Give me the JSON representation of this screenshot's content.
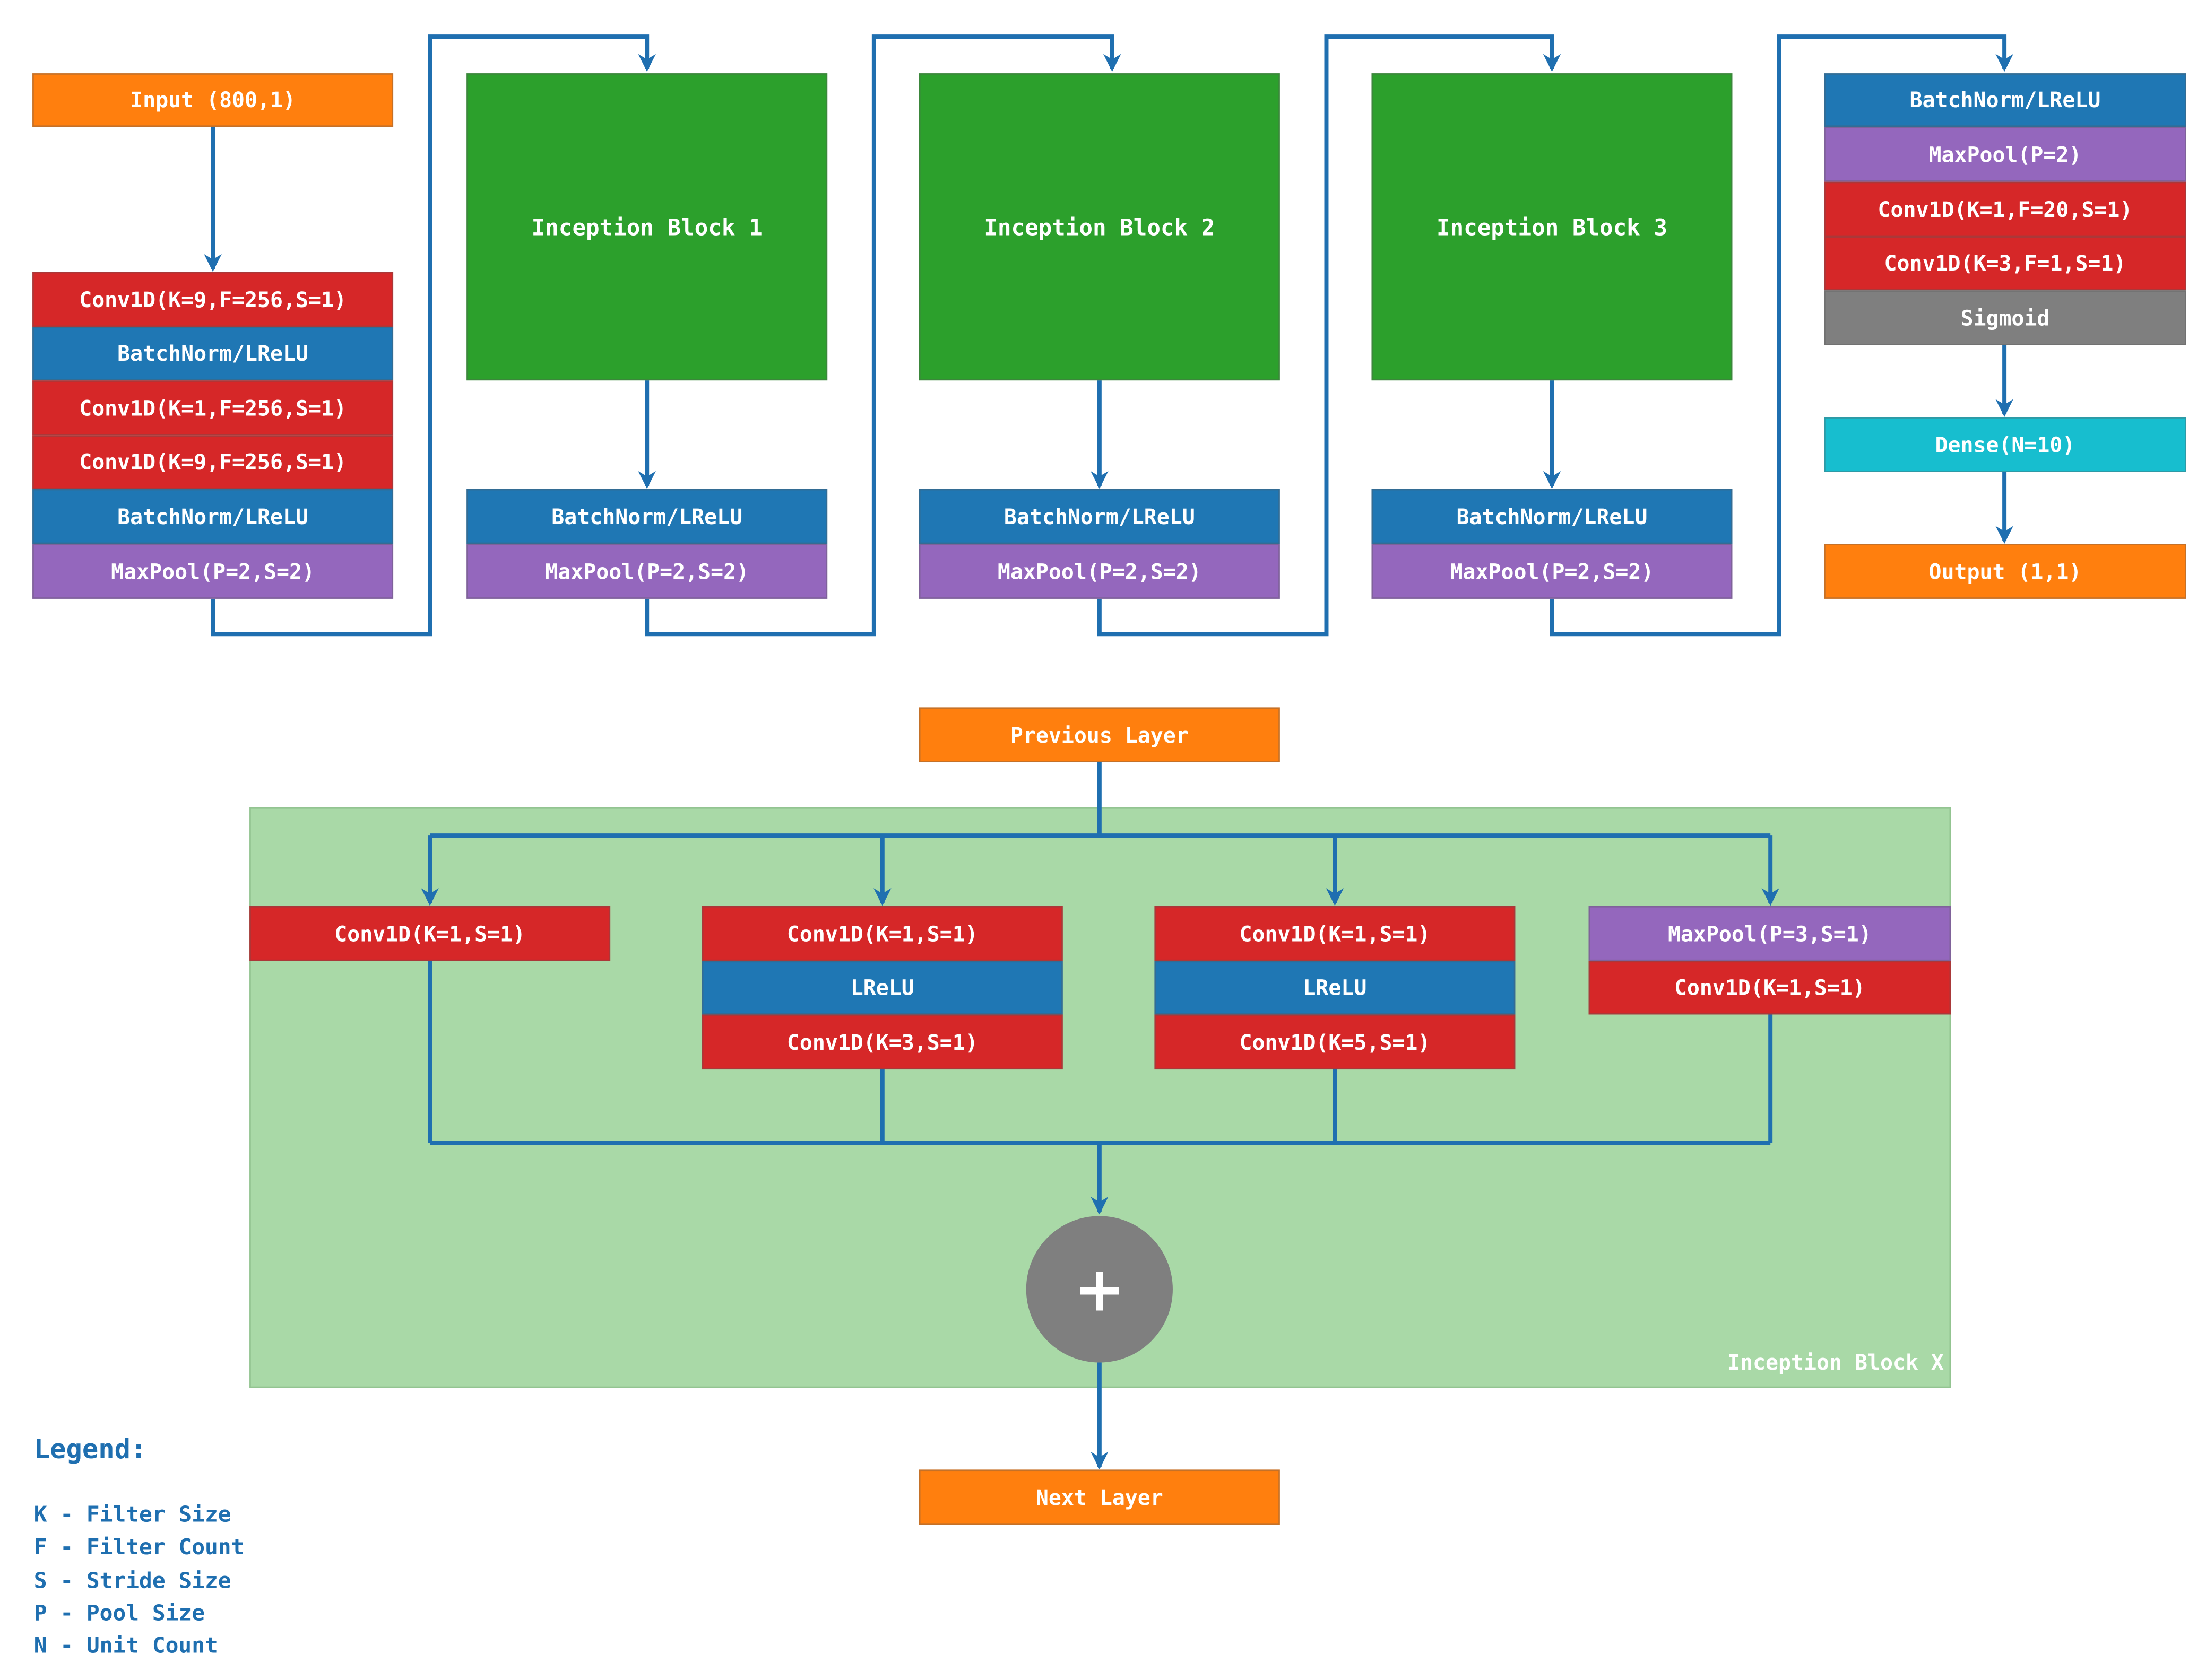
{
  "colors": {
    "orange": "#ff7f0e",
    "red": "#d62728",
    "blue": "#1f77b4",
    "purple": "#9467bd",
    "green": "#2ca02c",
    "gray": "#7f7f7f",
    "cyan": "#17becf",
    "wire": "#1f6fb0",
    "block_background": "#a9d9a7"
  },
  "main_pipeline": {
    "stem": {
      "input": "Input (800,1)",
      "layers": [
        "Conv1D(K=9,F=256,S=1)",
        "BatchNorm/LReLU",
        "Conv1D(K=1,F=256,S=1)",
        "Conv1D(K=9,F=256,S=1)",
        "BatchNorm/LReLU",
        "MaxPool(P=2,S=2)"
      ]
    },
    "blocks": [
      {
        "title": "Inception Block 1",
        "layers": [
          "BatchNorm/LReLU",
          "MaxPool(P=2,S=2)"
        ]
      },
      {
        "title": "Inception Block 2",
        "layers": [
          "BatchNorm/LReLU",
          "MaxPool(P=2,S=2)"
        ]
      },
      {
        "title": "Inception Block 3",
        "layers": [
          "BatchNorm/LReLU",
          "MaxPool(P=2,S=2)"
        ]
      }
    ],
    "head": {
      "layers": [
        "BatchNorm/LReLU",
        "MaxPool(P=2)",
        "Conv1D(K=1,F=20,S=1)",
        "Conv1D(K=3,F=1,S=1)",
        "Sigmoid"
      ],
      "dense": "Dense(N=10)",
      "output": "Output (1,1)"
    }
  },
  "inception_detail": {
    "previous_layer": "Previous Layer",
    "branches": [
      {
        "layers": [
          "Conv1D(K=1,S=1)"
        ]
      },
      {
        "layers": [
          "Conv1D(K=1,S=1)",
          "LReLU",
          "Conv1D(K=3,S=1)"
        ]
      },
      {
        "layers": [
          "Conv1D(K=1,S=1)",
          "LReLU",
          "Conv1D(K=5,S=1)"
        ]
      },
      {
        "layers": [
          "MaxPool(P=3,S=1)",
          "Conv1D(K=1,S=1)"
        ]
      }
    ],
    "sum_symbol": "+",
    "block_label": "Inception Block X",
    "next_layer": "Next Layer"
  },
  "legend": {
    "title": "Legend:",
    "items": [
      "K - Filter Size",
      "F - Filter Count",
      "S - Stride Size",
      "P - Pool Size",
      "N - Unit Count"
    ]
  }
}
